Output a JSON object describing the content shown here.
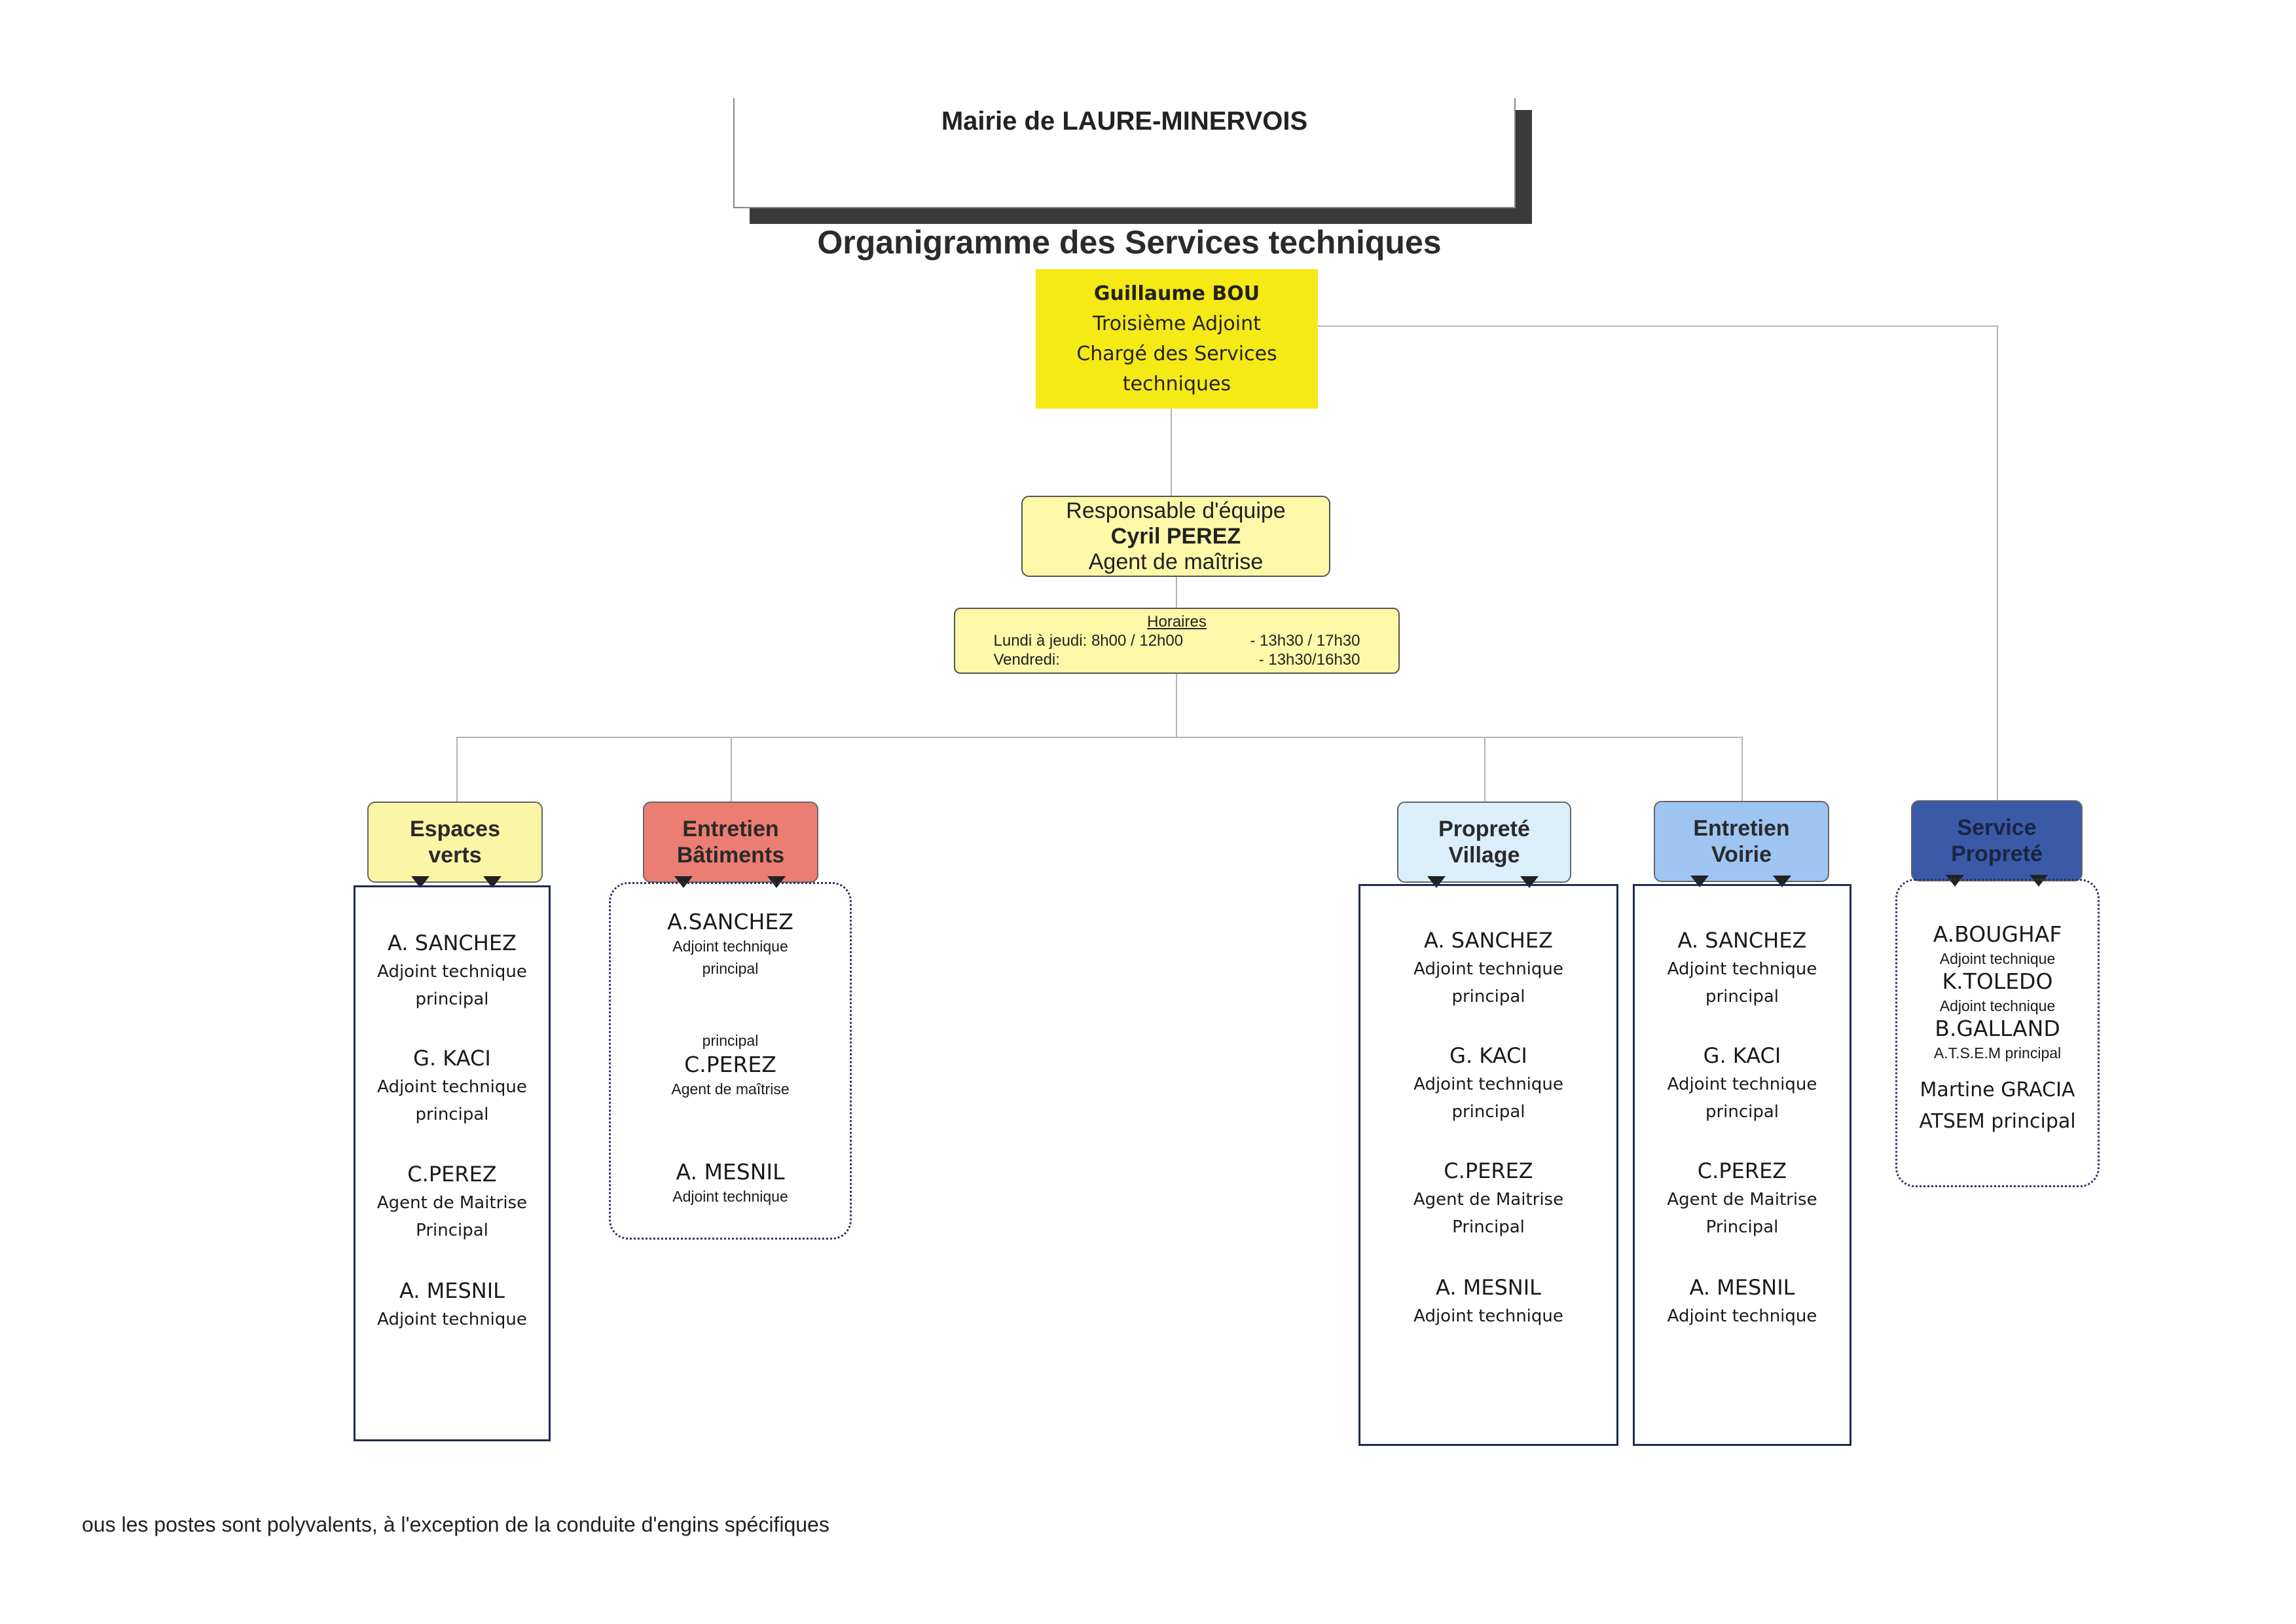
{
  "header": {
    "municipality": "Mairie de LAURE-MINERVOIS",
    "title": "Organigramme des Services techniques"
  },
  "lead": {
    "name": "Guillaume BOU",
    "role_line1": "Troisième Adjoint",
    "role_line2": "Chargé des Services",
    "role_line3": "techniques",
    "color": "#f6ea16"
  },
  "responsible": {
    "title": "Responsable d'équipe",
    "name": "Cyril PEREZ",
    "grade": "Agent de maîtrise"
  },
  "hours": {
    "title": "Horaires",
    "row1_label": "Lundi à jeudi: 8h00 / 12h00",
    "row1_value": "- 13h30 / 17h30",
    "row2_label": "Vendredi:",
    "row2_value": "- 13h30/16h30"
  },
  "services": [
    {
      "label_line1": "Espaces",
      "label_line2": "verts",
      "color": "#fbf5a6",
      "members": [
        {
          "name": "A. SANCHEZ",
          "role1": "Adjoint technique",
          "role2": "principal"
        },
        {
          "name": "G. KACI",
          "role1": "Adjoint technique",
          "role2": "principal"
        },
        {
          "name": "C.PEREZ",
          "role1": "Agent de Maitrise",
          "role2": "Principal"
        },
        {
          "name": "A. MESNIL",
          "role1": "Adjoint technique",
          "role2": ""
        }
      ]
    },
    {
      "label_line1": "Entretien",
      "label_line2": "Bâtiments",
      "color": "#ec7d72",
      "members": [
        {
          "name": "A.SANCHEZ",
          "role1": "Adjoint technique",
          "role2": "principal"
        },
        {
          "pre": "principal",
          "name": "C.PEREZ",
          "role1": "Agent de maîtrise"
        },
        {
          "name": "A. MESNIL",
          "role1": "Adjoint technique"
        }
      ]
    },
    {
      "label_line1": "Propreté",
      "label_line2": "Village",
      "color": "#dbeefc",
      "members": [
        {
          "name": "A. SANCHEZ",
          "role1": "Adjoint technique",
          "role2": "principal"
        },
        {
          "name": "G. KACI",
          "role1": "Adjoint technique",
          "role2": "principal"
        },
        {
          "name": "C.PEREZ",
          "role1": "Agent de Maitrise",
          "role2": "Principal"
        },
        {
          "name": "A. MESNIL",
          "role1": "Adjoint technique",
          "role2": ""
        }
      ]
    },
    {
      "label_line1": "Entretien",
      "label_line2": "Voirie",
      "color": "#9ec4f2",
      "members": [
        {
          "name": "A. SANCHEZ",
          "role1": "Adjoint technique",
          "role2": "principal"
        },
        {
          "name": "G. KACI",
          "role1": "Adjoint technique",
          "role2": "principal"
        },
        {
          "name": "C.PEREZ",
          "role1": "Agent de Maitrise",
          "role2": "Principal"
        },
        {
          "name": "A. MESNIL",
          "role1": "Adjoint technique",
          "role2": ""
        }
      ]
    },
    {
      "label_line1": "Service",
      "label_line2": "Propreté",
      "color": "#3a5aa8",
      "members": [
        {
          "name": "A.BOUGHAF",
          "role1": "Adjoint technique"
        },
        {
          "name": "K.TOLEDO",
          "role1": "Adjoint technique"
        },
        {
          "name": "B.GALLAND",
          "role1": "A.T.S.E.M principal"
        },
        {
          "name": "Martine GRACIA",
          "role1": "ATSEM principal"
        }
      ]
    }
  ],
  "footer": {
    "note": "ous les postes sont polyvalents, à l'exception de la conduite d'engins spécifiques"
  }
}
